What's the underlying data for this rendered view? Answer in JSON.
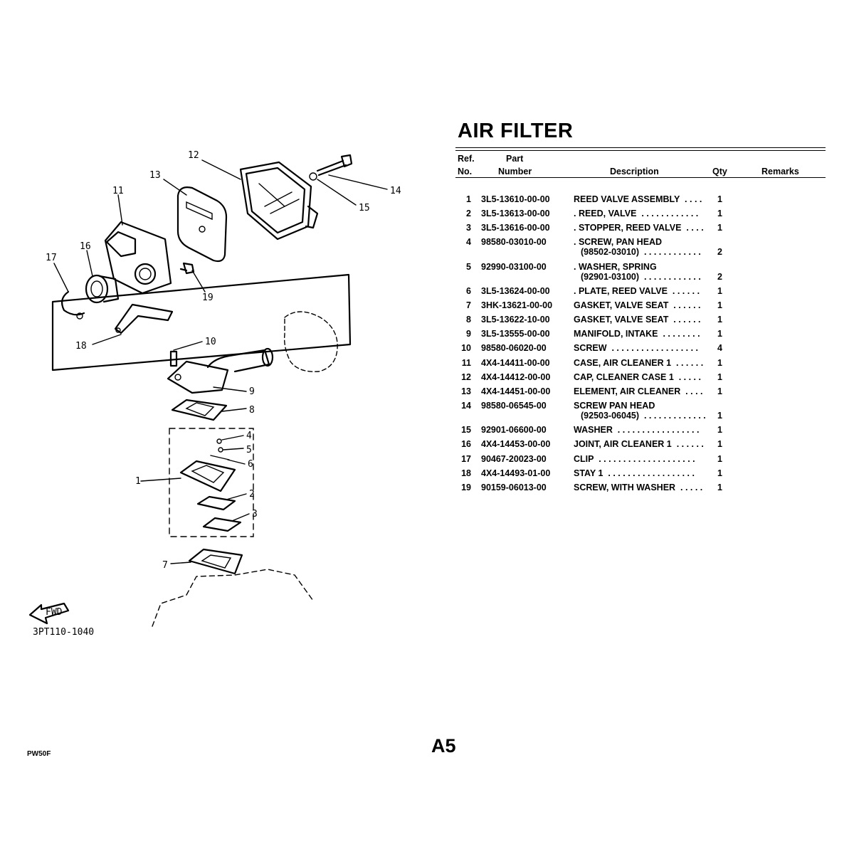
{
  "title": "AIR FILTER",
  "headers": {
    "ref_line1": "Ref.",
    "ref_line2": "No.",
    "part_line1": "Part",
    "part_line2": "Number",
    "description": "Description",
    "qty": "Qty",
    "remarks": "Remarks"
  },
  "parts": [
    {
      "ref": "1",
      "part": "3L5-13610-00-00",
      "desc": "REED VALVE ASSEMBLY  . . . .",
      "desc2": "",
      "qty": "1"
    },
    {
      "ref": "2",
      "part": "3L5-13613-00-00",
      "desc": ". REED, VALVE  . . . . . . . . . . . .",
      "desc2": "",
      "qty": "1"
    },
    {
      "ref": "3",
      "part": "3L5-13616-00-00",
      "desc": ". STOPPER, REED VALVE  . . . .",
      "desc2": "",
      "qty": "1"
    },
    {
      "ref": "4",
      "part": "98580-03010-00",
      "desc": ". SCREW, PAN HEAD",
      "desc2": "(98502-03010)  . . . . . . . . . . . .",
      "qty": "2"
    },
    {
      "ref": "5",
      "part": "92990-03100-00",
      "desc": ". WASHER, SPRING",
      "desc2": "(92901-03100)  . . . . . . . . . . . .",
      "qty": "2"
    },
    {
      "ref": "6",
      "part": "3L5-13624-00-00",
      "desc": ". PLATE, REED VALVE  . . . . . .",
      "desc2": "",
      "qty": "1"
    },
    {
      "ref": "7",
      "part": "3HK-13621-00-00",
      "desc": "GASKET, VALVE SEAT  . . . . . .",
      "desc2": "",
      "qty": "1"
    },
    {
      "ref": "8",
      "part": "3L5-13622-10-00",
      "desc": "GASKET, VALVE SEAT  . . . . . .",
      "desc2": "",
      "qty": "1"
    },
    {
      "ref": "9",
      "part": "3L5-13555-00-00",
      "desc": "MANIFOLD, INTAKE  . . . . . . . .",
      "desc2": "",
      "qty": "1"
    },
    {
      "ref": "10",
      "part": "98580-06020-00",
      "desc": "SCREW  . . . . . . . . . . . . . . . . . .",
      "desc2": "",
      "qty": "4"
    },
    {
      "ref": "11",
      "part": "4X4-14411-00-00",
      "desc": "CASE, AIR CLEANER 1  . . . . . .",
      "desc2": "",
      "qty": "1"
    },
    {
      "ref": "12",
      "part": "4X4-14412-00-00",
      "desc": "CAP, CLEANER CASE 1  . . . . .",
      "desc2": "",
      "qty": "1"
    },
    {
      "ref": "13",
      "part": "4X4-14451-00-00",
      "desc": "ELEMENT, AIR CLEANER  . . . .",
      "desc2": "",
      "qty": "1"
    },
    {
      "ref": "14",
      "part": "98580-06545-00",
      "desc": "SCREW PAN HEAD",
      "desc2": "(92503-06045)  . . . . . . . . . . . . .",
      "qty": "1"
    },
    {
      "ref": "15",
      "part": "92901-06600-00",
      "desc": "WASHER  . . . . . . . . . . . . . . . . .",
      "desc2": "",
      "qty": "1"
    },
    {
      "ref": "16",
      "part": "4X4-14453-00-00",
      "desc": "JOINT, AIR CLEANER 1  . . . . . .",
      "desc2": "",
      "qty": "1"
    },
    {
      "ref": "17",
      "part": "90467-20023-00",
      "desc": "CLIP  . . . . . . . . . . . . . . . . . . . .",
      "desc2": "",
      "qty": "1"
    },
    {
      "ref": "18",
      "part": "4X4-14493-01-00",
      "desc": "STAY 1  . . . . . . . . . . . . . . . . . .",
      "desc2": "",
      "qty": "1"
    },
    {
      "ref": "19",
      "part": "90159-06013-00",
      "desc": "SCREW, WITH WASHER  . . . . .",
      "desc2": "",
      "qty": "1"
    }
  ],
  "diagram": {
    "callouts": [
      "1",
      "2",
      "3",
      "4",
      "5",
      "6",
      "7",
      "8",
      "9",
      "10",
      "11",
      "12",
      "13",
      "14",
      "15",
      "16",
      "17",
      "18",
      "19"
    ],
    "fwd_label": "FWD",
    "figure_code": "3PT110-1040"
  },
  "page_number": "A5",
  "model": "PW50F"
}
